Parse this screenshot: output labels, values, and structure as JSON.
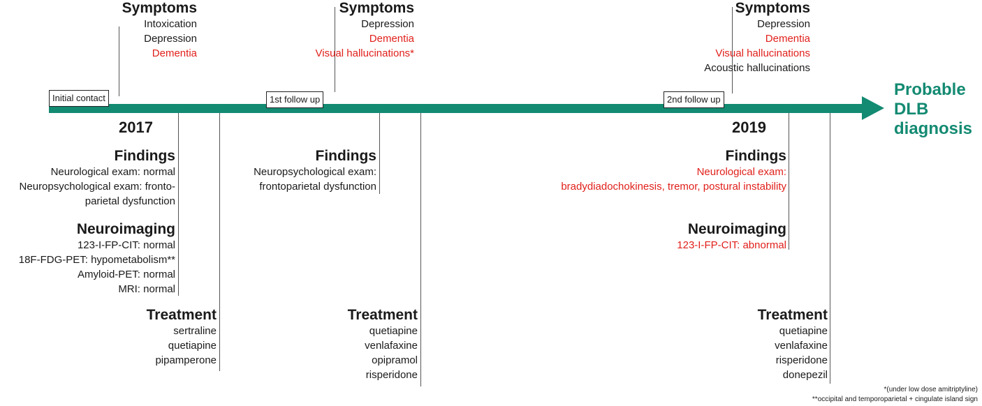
{
  "timeline": {
    "diagnosis_lines": [
      "Probable",
      "DLB",
      "diagnosis"
    ],
    "accent_color": "#138a72",
    "highlight_color": "#e0201b"
  },
  "visits": {
    "initial": {
      "label": "Initial contact",
      "year": "2017",
      "symptoms": {
        "heading": "Symptoms",
        "items": [
          "Intoxication",
          "Depression",
          "Dementia"
        ]
      },
      "findings": {
        "heading": "Findings",
        "items": [
          "Neurological exam: normal",
          "Neuropsychological exam: fronto-",
          "parietal dysfunction"
        ]
      },
      "neuroimaging": {
        "heading": "Neuroimaging",
        "items": [
          "123-I-FP-CIT: normal",
          "18F-FDG-PET: hypometabolism**",
          "Amyloid-PET: normal",
          "MRI: normal"
        ]
      },
      "treatment": {
        "heading": "Treatment",
        "items": [
          "sertraline",
          "quetiapine",
          "pipamperone"
        ]
      }
    },
    "followup1": {
      "label": "1st follow up",
      "symptoms": {
        "heading": "Symptoms",
        "items": [
          "Depression",
          "Dementia",
          "Visual hallucinations*"
        ]
      },
      "findings": {
        "heading": "Findings",
        "items": [
          "Neuropsychological exam:",
          "frontoparietal dysfunction"
        ]
      },
      "treatment": {
        "heading": "Treatment",
        "items": [
          "quetiapine",
          "venlafaxine",
          "opipramol",
          "risperidone"
        ]
      }
    },
    "followup2": {
      "label": "2nd follow up",
      "year": "2019",
      "symptoms": {
        "heading": "Symptoms",
        "items": [
          "Depression",
          "Dementia",
          "Visual hallucinations",
          "Acoustic hallucinations"
        ]
      },
      "findings": {
        "heading": "Findings",
        "items": [
          "Neurological exam:",
          "bradydiadochokinesis, tremor, postural instability"
        ]
      },
      "neuroimaging": {
        "heading": "Neuroimaging",
        "items": [
          "123-I-FP-CIT: abnormal"
        ]
      },
      "treatment": {
        "heading": "Treatment",
        "items": [
          "quetiapine",
          "venlafaxine",
          "risperidone",
          "donepezil"
        ]
      }
    }
  },
  "footnotes": [
    "*(under low dose amitriptyline)",
    "**occipital and temporoparietal + cingulate island sign"
  ]
}
